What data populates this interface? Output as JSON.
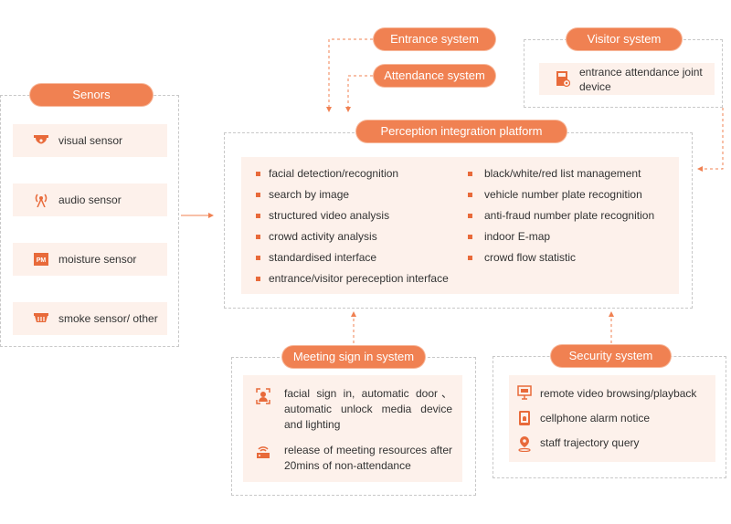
{
  "colors": {
    "accent": "#f08152",
    "card_bg": "#fdf1eb",
    "border": "#c8c8c8"
  },
  "sensors": {
    "title": "Senors",
    "items": [
      {
        "label": "visual sensor",
        "icon": "camera-icon"
      },
      {
        "label": "audio sensor",
        "icon": "broadcast-icon"
      },
      {
        "label": "moisture sensor",
        "icon": "pm-icon"
      },
      {
        "label": "smoke sensor/ other",
        "icon": "smoke-detector-icon"
      }
    ]
  },
  "entrance": {
    "title": "Entrance system"
  },
  "attendance": {
    "title": "Attendance system"
  },
  "visitor": {
    "title": "Visitor system",
    "device_label": "entrance attendance joint device",
    "icon": "attendance-device-icon"
  },
  "platform": {
    "title": "Perception integration platform",
    "left_items": [
      "facial detection/recognition",
      "search by image",
      "structured video analysis",
      "crowd activity analysis",
      "standardised interface",
      "entrance/visitor pereception interface"
    ],
    "right_items": [
      "black/white/red list management",
      "vehicle number plate recognition",
      "anti-fraud number plate recognition",
      "indoor E-map",
      "crowd flow statistic"
    ]
  },
  "meeting": {
    "title": "Meeting sign in system",
    "items": [
      {
        "text": "facial sign in, automatic door、automatic unlock media device and lighting",
        "icon": "face-id-icon"
      },
      {
        "text": "release of meeting resources after 20mins of non-attendance",
        "icon": "router-icon"
      }
    ]
  },
  "security": {
    "title": "Security system",
    "items": [
      {
        "text": "remote video browsing/playback",
        "icon": "monitor-icon"
      },
      {
        "text": "cellphone alarm notice",
        "icon": "phone-alarm-icon"
      },
      {
        "text": "staff trajectory query",
        "icon": "location-pin-icon"
      }
    ]
  }
}
